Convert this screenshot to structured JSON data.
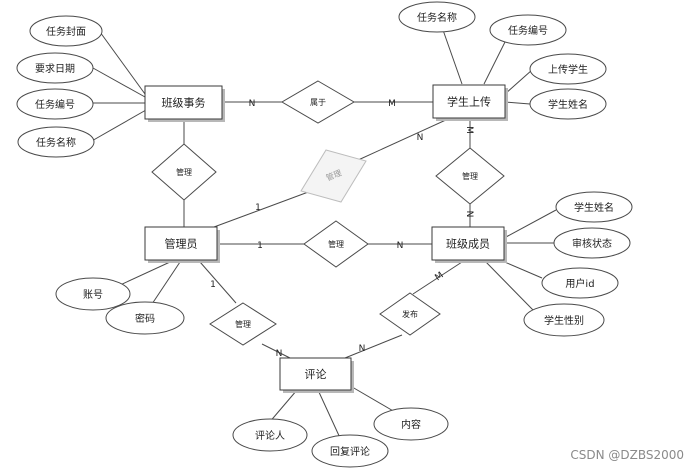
{
  "entities": [
    {
      "id": "banji_shiwu",
      "label": "班级事务"
    },
    {
      "id": "xuesheng_shangchuan",
      "label": "学生上传"
    },
    {
      "id": "guanliyuan",
      "label": "管理员"
    },
    {
      "id": "banji_chengyuan",
      "label": "班级成员"
    },
    {
      "id": "pinglun",
      "label": "评论"
    }
  ],
  "attributes": [
    {
      "label": "任务封面"
    },
    {
      "label": "要求日期"
    },
    {
      "label": "任务编号"
    },
    {
      "label": "任务名称"
    },
    {
      "label": "任务名称"
    },
    {
      "label": "任务编号"
    },
    {
      "label": "上传学生"
    },
    {
      "label": "学生姓名"
    },
    {
      "label": "学生姓名"
    },
    {
      "label": "审核状态"
    },
    {
      "label": "用户id"
    },
    {
      "label": "学生性别"
    },
    {
      "label": "账号"
    },
    {
      "label": "密码"
    },
    {
      "label": "评论人"
    },
    {
      "label": "回复评论"
    },
    {
      "label": "内容"
    }
  ],
  "relationships": [
    {
      "label": "属于"
    },
    {
      "label": "管理"
    },
    {
      "label": "管理"
    },
    {
      "label": "管理"
    },
    {
      "label": "管理"
    },
    {
      "label": "管理"
    },
    {
      "label": "发布"
    }
  ],
  "cardinalities": [
    "N",
    "M",
    "N",
    "M",
    "N",
    "1",
    "1",
    "N",
    "1",
    "N",
    "M",
    "N"
  ],
  "watermark": "CSDN @DZBS2000"
}
